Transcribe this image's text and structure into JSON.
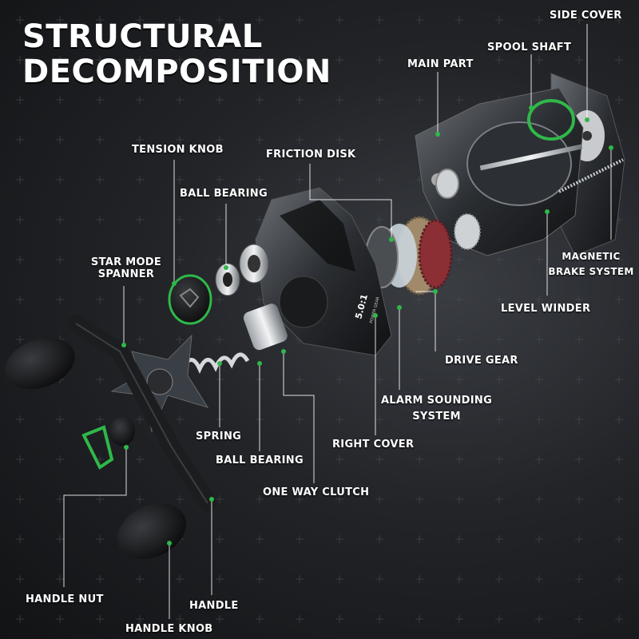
{
  "title_line1": "STRUCTURAL",
  "title_line2": "DECOMPOSITION",
  "gear_ratio_text": "5.0:1",
  "gear_ratio_sub": "POWER GEAR",
  "accent_color": "#2fb84a",
  "labels": {
    "side_cover": "SIDE COVER",
    "spool_shaft": "SPOOL SHAFT",
    "main_part": "MAIN PART",
    "friction_disk": "FRICTION DISK",
    "tension_knob": "TENSION KNOB",
    "ball_bearing_top": "BALL BEARING",
    "star_mode_spanner_1": "STAR MODE",
    "star_mode_spanner_2": "SPANNER",
    "magnetic_brake_1": "MAGNETIC",
    "magnetic_brake_2": "BRAKE SYSTEM",
    "level_winder": "LEVEL WINDER",
    "drive_gear": "DRIVE GEAR",
    "alarm_1": "ALARM SOUNDING",
    "alarm_2": "SYSTEM",
    "right_cover": "RIGHT COVER",
    "spring": "SPRING",
    "ball_bearing_bottom": "BALL BEARING",
    "one_way_clutch": "ONE WAY CLUTCH",
    "handle_nut": "HANDLE NUT",
    "handle": "HANDLE",
    "handle_knob": "HANDLE KNOB"
  }
}
